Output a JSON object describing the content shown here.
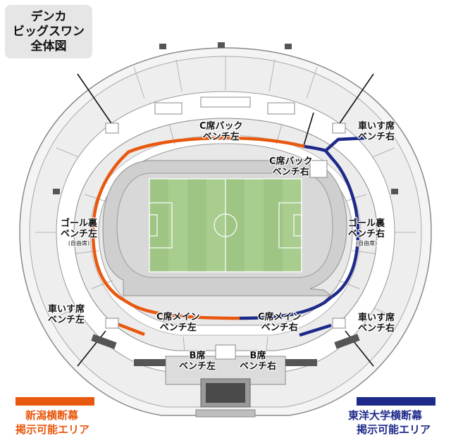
{
  "title": {
    "lines": [
      "デンカ",
      "ビッグスワン",
      "全体図"
    ]
  },
  "labels": {
    "c_back_left": [
      "C席バック",
      "ベンチ左"
    ],
    "c_back_right": [
      "C席バック",
      "ベンチ右"
    ],
    "wheel_top_right": [
      "車いす席",
      "ベンチ右"
    ],
    "goal_left": [
      "ゴール裏",
      "ベンチ左"
    ],
    "goal_left_note": "(自由席)",
    "goal_right": [
      "ゴール裏",
      "ベンチ右"
    ],
    "goal_right_note": "(自由席)",
    "wheel_bottom_left": [
      "車いす席",
      "ベンチ左"
    ],
    "wheel_bottom_right": [
      "車いす席",
      "ベンチ右"
    ],
    "c_main_left": [
      "C席メイン",
      "ベンチ左"
    ],
    "c_main_right": [
      "C席メイン",
      "ベンチ右"
    ],
    "b_left": [
      "B席",
      "ベンチ左"
    ],
    "b_right": [
      "B席",
      "ベンチ右"
    ]
  },
  "legend": {
    "left": {
      "lines": [
        "新潟横断幕",
        "掲示可能エリア"
      ],
      "color": "#e8580f"
    },
    "right": {
      "lines": [
        "東洋大学横断幕",
        "掲示可能エリア"
      ],
      "color": "#1e2a8a"
    }
  },
  "colors": {
    "stand_fill": "#f2f2f2",
    "stand_line": "#9a9a9a",
    "concourse": "#ffffff",
    "track": "#cfcfcf",
    "field": "#a9cd8f",
    "orange": "#e8580f",
    "navy": "#1e2a8a"
  }
}
